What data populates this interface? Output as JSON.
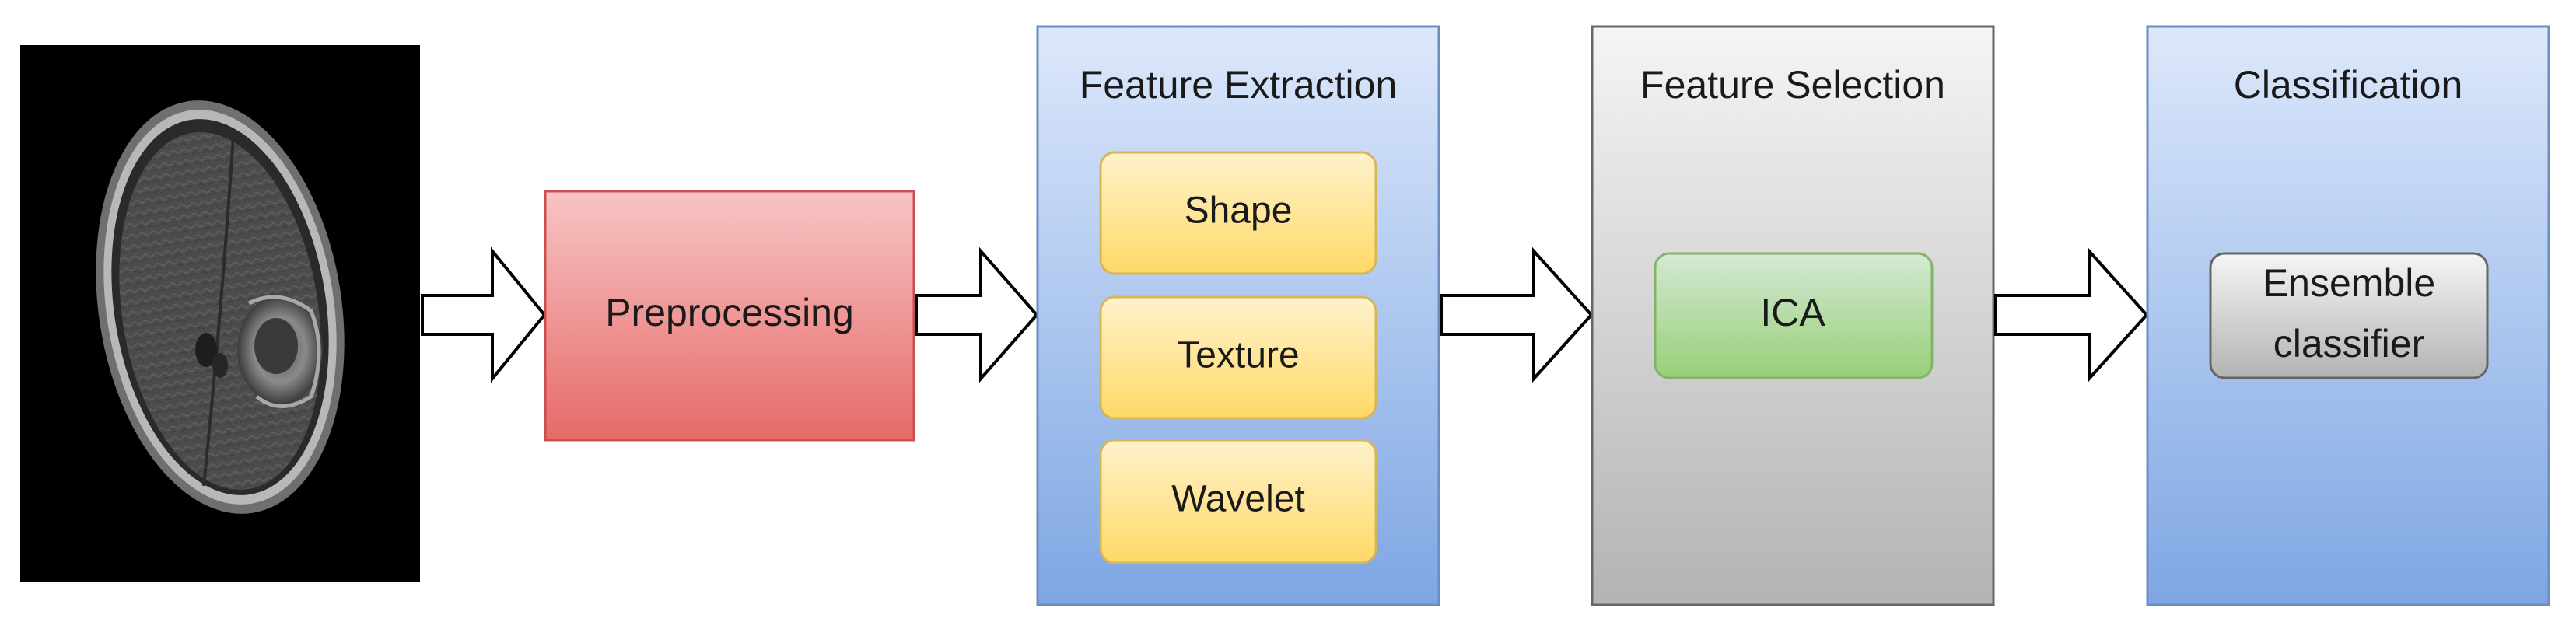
{
  "pipeline": {
    "preprocessing": {
      "label": "Preprocessing"
    },
    "feature_extraction": {
      "title": "Feature Extraction",
      "items": [
        {
          "label": "Shape"
        },
        {
          "label": "Texture"
        },
        {
          "label": "Wavelet"
        }
      ]
    },
    "feature_selection": {
      "title": "Feature Selection",
      "method": {
        "label": "ICA"
      }
    },
    "classification": {
      "title": "Classification",
      "classifier": {
        "line1": "Ensemble",
        "line2": "classifier"
      }
    }
  },
  "colors": {
    "preprocessing_fill_top": "#f7c4c4",
    "preprocessing_fill_bottom": "#e86a6a",
    "preprocessing_stroke": "#c9504f",
    "blue_panel_top": "#dde8fb",
    "blue_panel_bottom": "#7ea6e3",
    "blue_panel_stroke": "#6c8ebf",
    "gray_panel_top": "#f5f5f5",
    "gray_panel_bottom": "#b3b3b3",
    "gray_panel_stroke": "#666666",
    "yellow_top": "#fff2cc",
    "yellow_bottom": "#ffd966",
    "yellow_stroke": "#d6b656",
    "green_top": "#d5e8d4",
    "green_bottom": "#97d077",
    "green_stroke": "#82b366",
    "ensemble_top": "#f5f5f5",
    "ensemble_bottom": "#b3b3b3",
    "ensemble_stroke": "#666666"
  }
}
